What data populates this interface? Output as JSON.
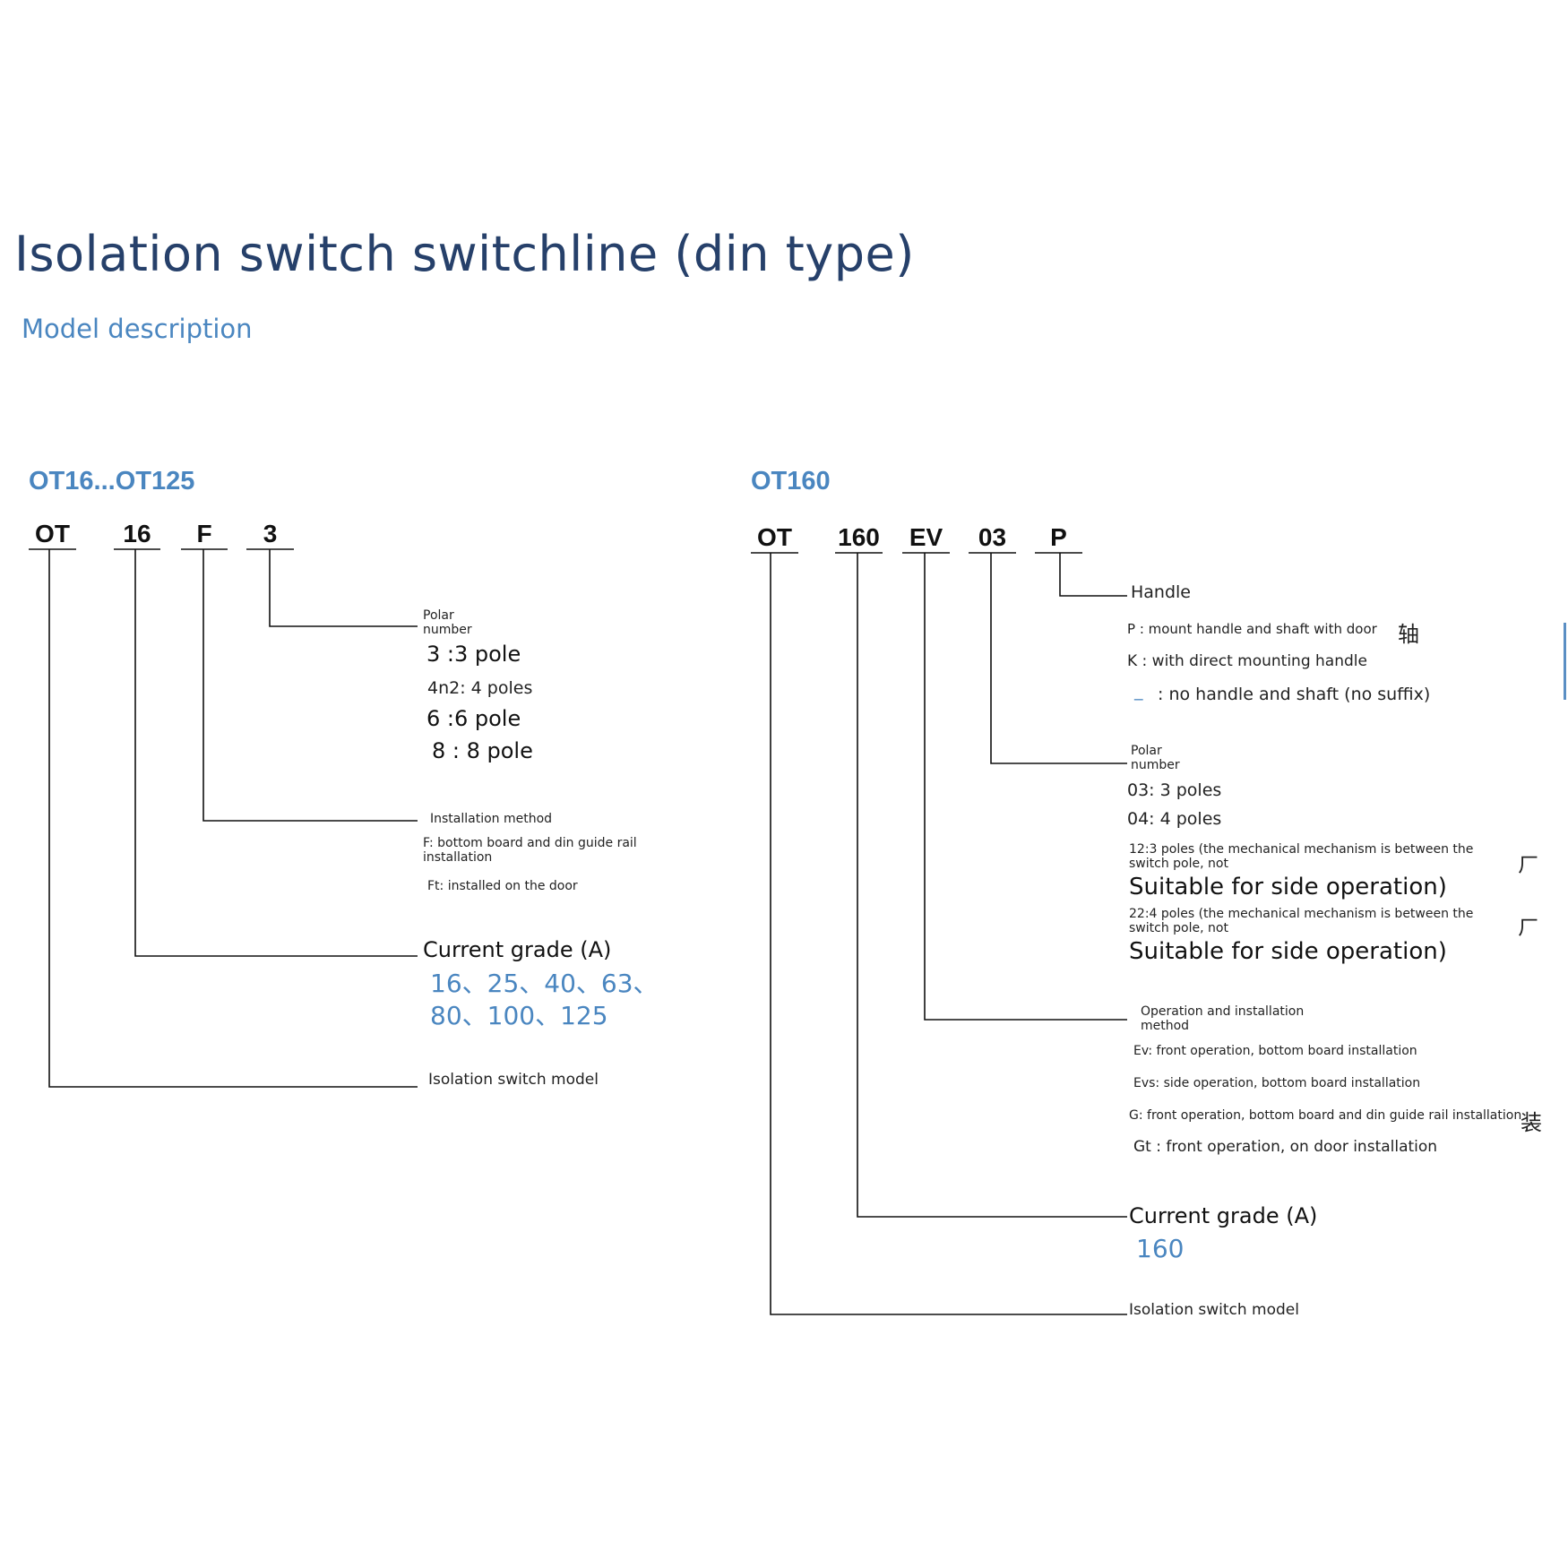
{
  "title": "Isolation switch switchline (din type)",
  "subtitle": "Model description",
  "left": {
    "section_title": "OT16...OT125",
    "codes": [
      "OT",
      "16",
      "F",
      "3"
    ],
    "polar": {
      "label": "Polar number",
      "options": [
        "3 :3 pole",
        "4n2: 4 poles",
        "6 :6 pole",
        "8 : 8 pole"
      ]
    },
    "installation": {
      "label": "Installation method",
      "options": [
        "F: bottom board and din guide rail installation",
        "Ft: installed on the door"
      ]
    },
    "current": {
      "label": "Current grade (A)",
      "values": "16、25、40、63、80、100、125"
    },
    "model": {
      "label": "Isolation switch model"
    }
  },
  "right": {
    "section_title": "OT160",
    "codes": [
      "OT",
      "160",
      "EV",
      "03",
      "P"
    ],
    "handle": {
      "label": "Handle",
      "options": [
        "P : mount handle and shaft with door",
        "K : with direct mounting handle",
        "_",
        ": no handle and shaft (no suffix)"
      ],
      "glyph": "轴"
    },
    "polar": {
      "label": "Polar number",
      "options": [
        "03: 3 poles",
        "04: 4 poles"
      ],
      "option_12_small": "12:3 poles (the mechanical mechanism is between the switch pole, not",
      "option_12_large": "Suitable for side operation)",
      "option_22_small": "22:4 poles (the mechanical mechanism is between the switch pole, not",
      "option_22_large": "Suitable for side operation)",
      "glyph": "ㄏ"
    },
    "operation": {
      "label": "Operation and installation method",
      "options": [
        "Ev: front operation, bottom board installation",
        "Evs: side operation, bottom board installation",
        "G: front operation, bottom board and din guide rail installation",
        "Gt : front operation, on door installation"
      ],
      "glyph": "装"
    },
    "current": {
      "label": "Current grade (A)",
      "values": "160"
    },
    "model": {
      "label": "Isolation switch model"
    }
  }
}
